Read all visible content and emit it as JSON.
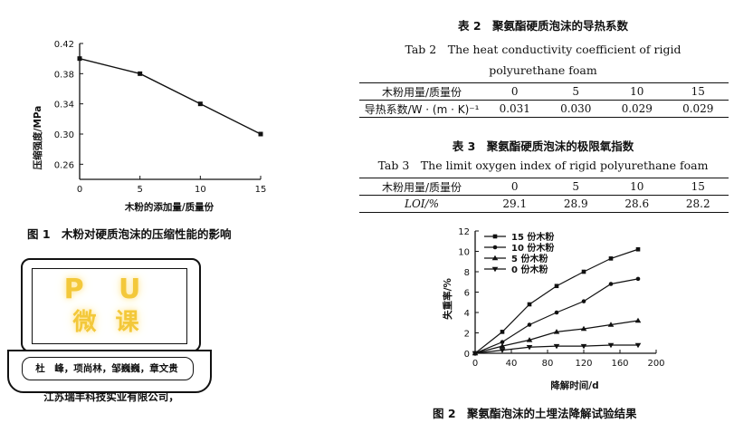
{
  "fig1": {
    "caption": "图 1　木粉对硬质泡沫的压缩性能的影响",
    "chart_data": {
      "type": "line",
      "x": [
        0,
        5,
        10,
        15
      ],
      "series": [
        {
          "values": [
            0.4,
            0.38,
            0.34,
            0.3
          ]
        }
      ],
      "xlabel": "木粉的添加量/质量份",
      "ylabel": "压缩强度/MPa",
      "xlim": [
        0,
        15
      ],
      "ylim": [
        0.24,
        0.42
      ],
      "xticks": [
        "0",
        "5",
        "10",
        "15"
      ],
      "yticks": [
        "0.26",
        "0.30",
        "0.34",
        "0.38",
        "0.42"
      ],
      "grid": false
    }
  },
  "table2": {
    "title_zh": "表 2　聚氨酯硬质泡沫的导热系数",
    "title_en": "Tab 2　The heat conductivity coefficient of rigid polyurethane foam",
    "header": [
      "木粉用量/质量份",
      "0",
      "5",
      "10",
      "15"
    ],
    "row": [
      "导热系数/W · (m · K)⁻¹",
      "0.031",
      "0.030",
      "0.029",
      "0.029"
    ]
  },
  "table3": {
    "title_zh": "表 3　聚氨酯硬质泡沫的极限氧指数",
    "title_en": "Tab 3　The limit oxygen index of rigid polyurethane foam",
    "header": [
      "木粉用量/质量份",
      "0",
      "5",
      "10",
      "15"
    ],
    "row": [
      "LOI/%",
      "29.1",
      "28.9",
      "28.6",
      "28.2"
    ]
  },
  "fig2": {
    "caption": "图 2　聚氨酯泡沫的土埋法降解试验结果",
    "chart_data": {
      "type": "line",
      "x": [
        0,
        30,
        60,
        90,
        120,
        150,
        180
      ],
      "series": [
        {
          "name": "15 份木粉",
          "marker": "square",
          "values": [
            0,
            2.1,
            4.8,
            6.6,
            8.0,
            9.3,
            10.2
          ]
        },
        {
          "name": "10 份木粉",
          "marker": "circle",
          "values": [
            0,
            1.1,
            2.8,
            4.0,
            5.1,
            6.8,
            7.3
          ]
        },
        {
          "name": "5 份木粉",
          "marker": "triangle",
          "values": [
            0,
            0.7,
            1.3,
            2.1,
            2.4,
            2.8,
            3.2
          ]
        },
        {
          "name": "0 份木粉",
          "marker": "triangle-down",
          "values": [
            0,
            0.3,
            0.6,
            0.7,
            0.7,
            0.8,
            0.8
          ]
        }
      ],
      "xlabel": "降解时间/d",
      "ylabel": "失重率/%",
      "xlim": [
        0,
        200
      ],
      "ylim": [
        0,
        12
      ],
      "xticks": [
        "0",
        "40",
        "80",
        "120",
        "160",
        "200"
      ],
      "yticks": [
        "0",
        "2",
        "4",
        "6",
        "8",
        "10",
        "12"
      ],
      "legend": "top-left",
      "grid": false
    }
  },
  "promo": {
    "brand_line1": "P U",
    "brand_line2": "微 课",
    "authors": "杜　峰，项尚林，邹巍巍，章文贵",
    "company": "江苏瑞丰科技实业有限公司，"
  }
}
